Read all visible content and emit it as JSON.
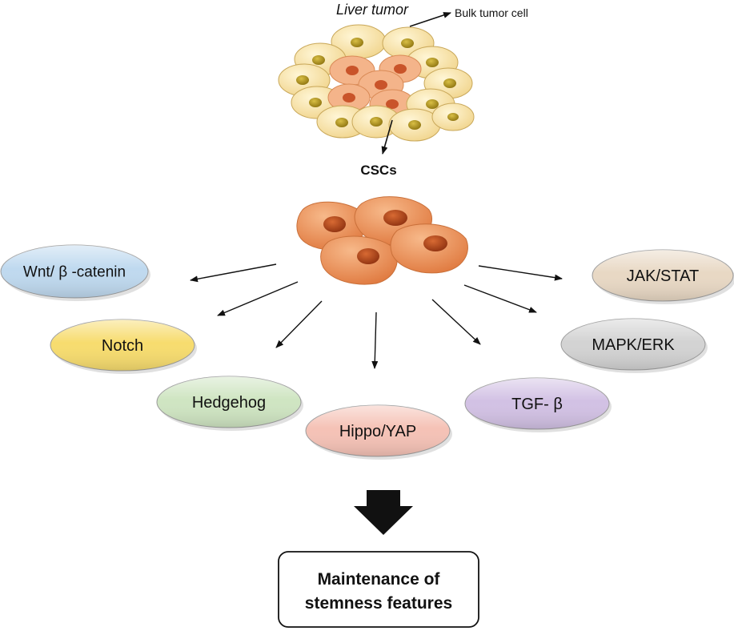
{
  "tumor": {
    "title": "Liver tumor",
    "bulk_label": "Bulk tumor cell",
    "csc_label": "CSCs"
  },
  "pathways": [
    {
      "id": "wnt",
      "label": "Wnt/ β -catenin",
      "color": "#bfd9ef"
    },
    {
      "id": "notch",
      "label": "Notch",
      "color": "#f7dc6e"
    },
    {
      "id": "hedgehog",
      "label": "Hedgehog",
      "color": "#cfe5c2"
    },
    {
      "id": "hippo",
      "label": "Hippo/YAP",
      "color": "#f5c2b6"
    },
    {
      "id": "tgf",
      "label": "TGF- β",
      "color": "#d2c1e4"
    },
    {
      "id": "mapk",
      "label": "MAPK/ERK",
      "color": "#d3d3d3"
    },
    {
      "id": "jak",
      "label": "JAK/STAT",
      "color": "#e8d8c4"
    }
  ],
  "outcome": {
    "line1": "Maintenance of",
    "line2": "stemness  features"
  },
  "colors": {
    "bulk_cell": "#f7e3a8",
    "bulk_nucleus": "#b99a1c",
    "csc_cell": "#ec925a",
    "csc_nucleus": "#b8481c",
    "arrow": "#111111"
  }
}
